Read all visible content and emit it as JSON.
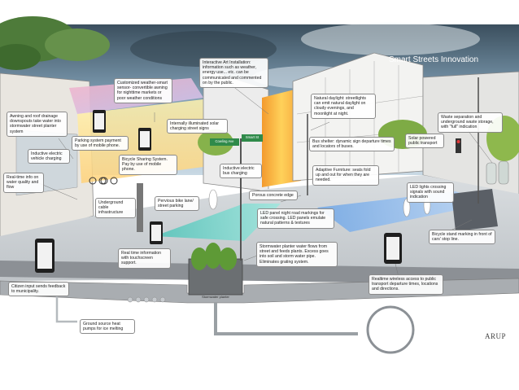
{
  "title": "Smart Streets Innovation",
  "brand": "ARUP",
  "planter_label": "Stormwater planter",
  "street_signs": [
    "Cowling Ave",
    "Smart St"
  ],
  "callouts": {
    "art_installation": "Interactive Art Installation: information such as weather, energy use... etc. can be communicated and commented on by the public.",
    "weather_awning": "Customized weather-smart sensor- convertible awning for nighttime markets or poor weather conditions",
    "awning_drainage": "Awning and roof drainage downspouts take water into stormwater street planter system",
    "parking_payment": "Parking system payment by use of mobile phone.",
    "street_signs": "Internally illuminated solar charging street signs",
    "natural_daylight": "Natural daylight: streetlights can emit natural daylight on cloudy evenings, and moonlight at night.",
    "waste_separation": "Waste separation and underground waste storage, with \"full\" indication",
    "bike_sharing": "Bicycle Sharing System. Pay by use of mobile phone.",
    "ev_charging": "Inductive electric vehicle charging",
    "bus_shelter": "Bus shelter: dynamic sign departure times and locators of buses.",
    "solar_transport": "Solar powered public transport",
    "water_quality": "Real-time info on water quality and flow",
    "bus_charging": "Inductive electric bus charging",
    "adaptive_furniture": "Adaptive Furniture: seats fold up and out for when they are needed.",
    "porous_edge": "Porous concrete edge",
    "led_crossing": "LED lights crossing signals with sound indication",
    "underground_cable": "Underground cable infrastructure",
    "pervious_bike": "Pervious bike lane/ street parking",
    "led_markings": "LED panel night road markings for safe crossing. LED panels emulate natural patterns & textures",
    "bicycle_stand": "Bicycle stand marking in front of cars' stop line.",
    "realtime_touchscreen": "Real time information with touchscreen support.",
    "stormwater_planter": "Stormwater planter water flows from street and feeds plants. Excess goes into soil and storm water pipe. Eliminates grating system.",
    "citizen_input": "Citizen input sends feedback to municipality.",
    "wireless_access": "Realtime wireless access to public transport departure times, locations and directions.",
    "ground_heat_pumps": "Ground source heat pumps for ice melting"
  }
}
